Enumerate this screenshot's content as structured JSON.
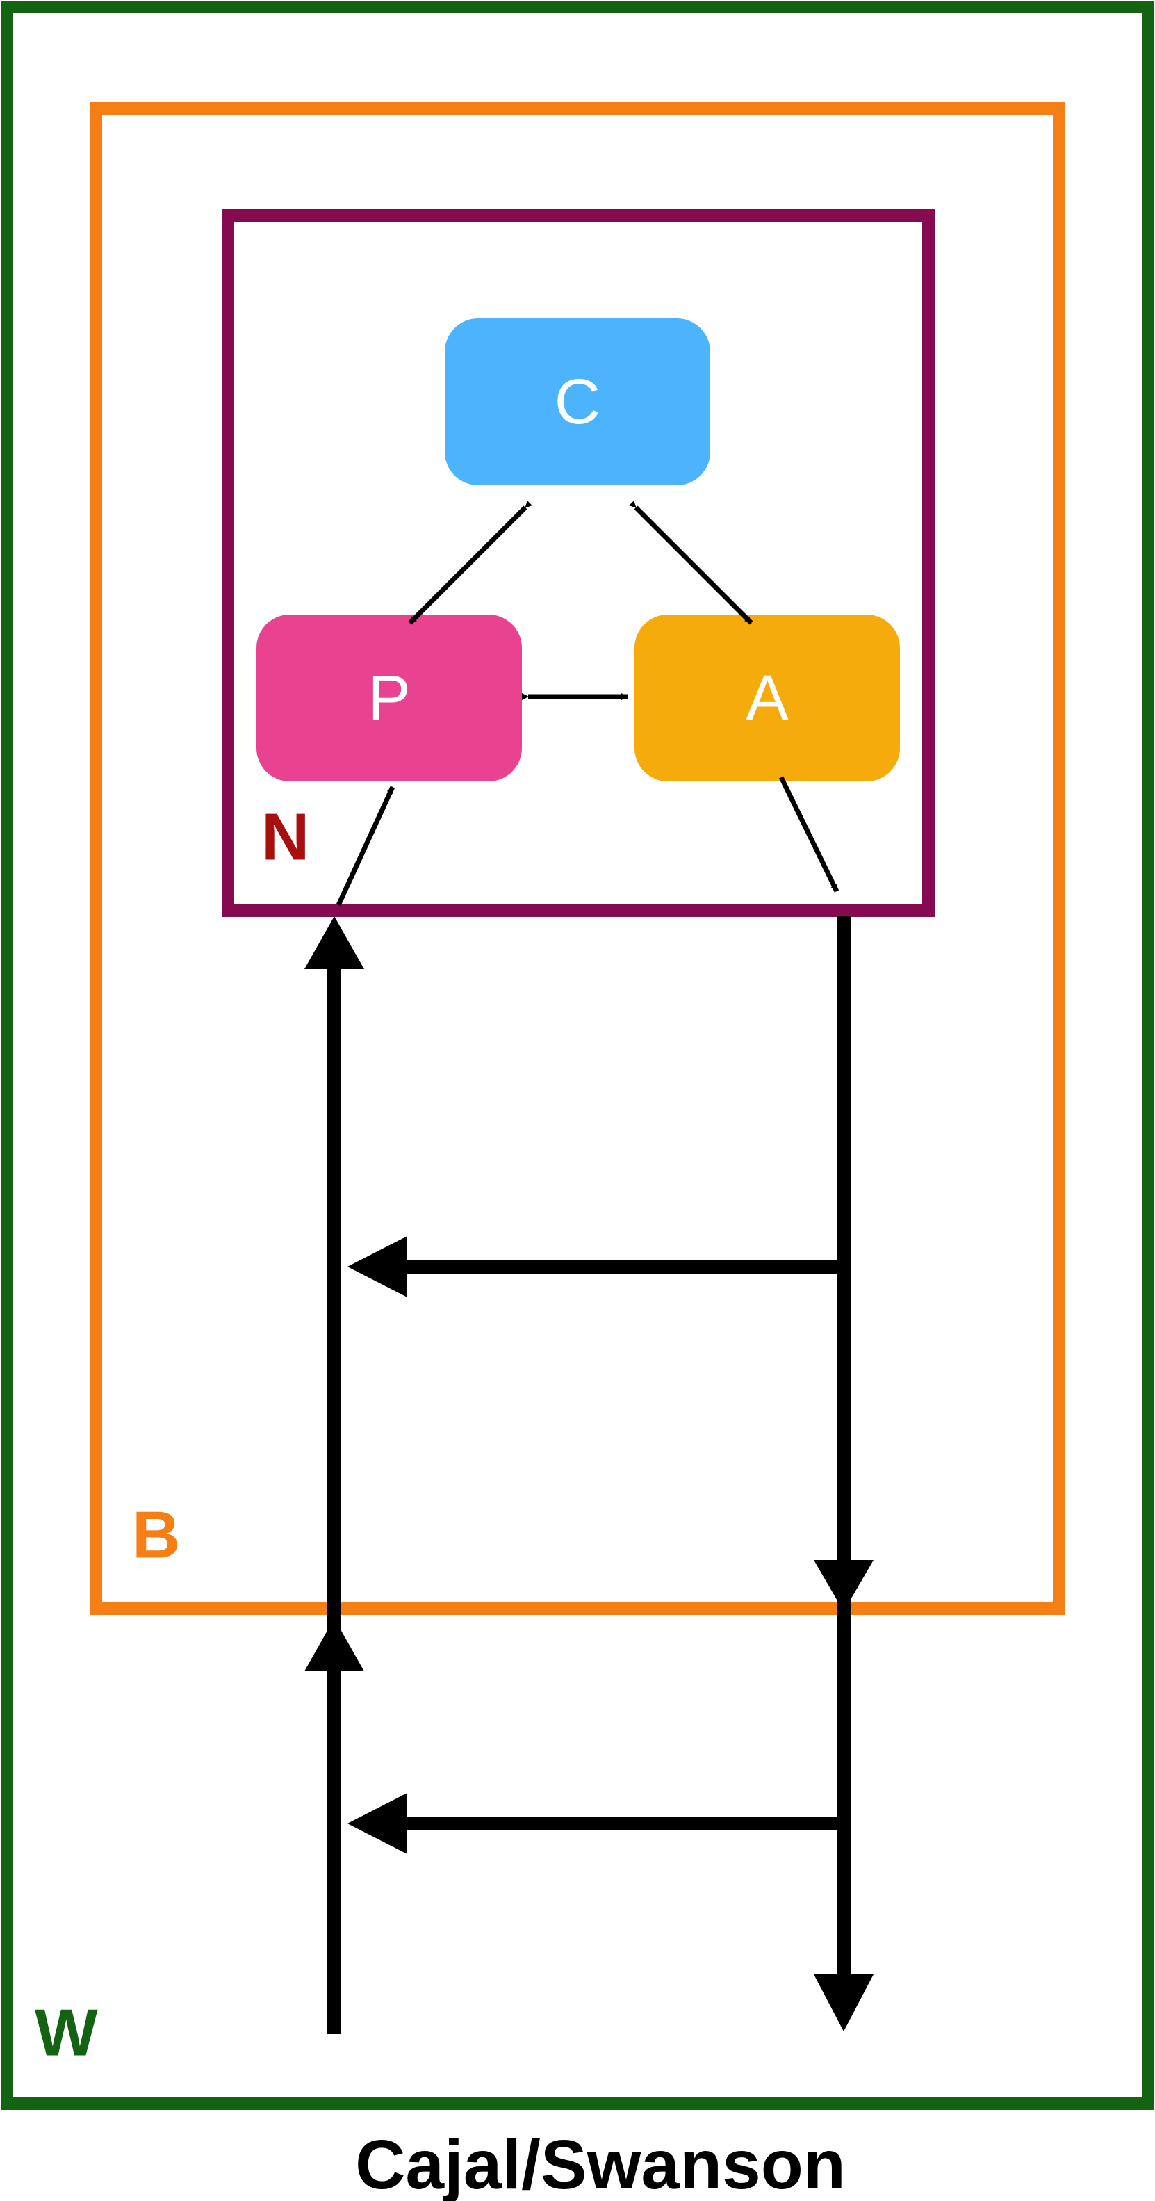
{
  "colors": {
    "world": "#136312",
    "body": "#f57f14",
    "nervous_system": "#860a4f",
    "cerebrum": "#4bb4fc",
    "sensory": "#e84290",
    "motor": "#f5ab0c",
    "n_label": "#a81010",
    "arrow": "#000000"
  },
  "regions": {
    "world_label": "W",
    "body_label": "B",
    "nervous_label": "N"
  },
  "nodes": {
    "cerebrum": "C",
    "sensory": "P",
    "motor": "A"
  },
  "caption": "Cajal/Swanson"
}
